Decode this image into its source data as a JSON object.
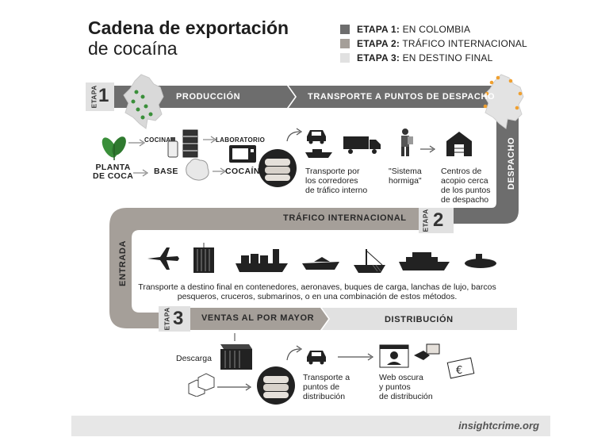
{
  "title": {
    "line1": "Cadena de exportación",
    "line2": "de cocaína"
  },
  "legend": [
    {
      "bold": "ETAPA 1:",
      "text": " EN COLOMBIA",
      "color": "#6d6d6d"
    },
    {
      "bold": "ETAPA 2:",
      "text": " TRÁFICO INTERNACIONAL",
      "color": "#a59f99"
    },
    {
      "bold": "ETAPA 3:",
      "text": " EN DESTINO FINAL",
      "color": "#e1e1e1"
    }
  ],
  "stage1": {
    "tag_word": "ETAPA",
    "tag_num": "1",
    "bar_produccion": "PRODUCCIÓN",
    "bar_transporte": "TRANSPORTE A PUNTOS DE DESPACHO",
    "side_despacho": "DESPACHO",
    "cocina": "COCINA",
    "laboratorio": "LABORATORIO",
    "planta_line1": "PLANTA",
    "planta_line2": "DE COCA",
    "base": "BASE",
    "cocaina": "COCAÍNA",
    "transport_text": [
      "Transporte por",
      "los corredores",
      "de tráfico interno"
    ],
    "hormiga_text": [
      "\"Sistema",
      "hormiga\""
    ],
    "centros_text": [
      "Centros de",
      "acopio cerca",
      "de los puntos",
      "de despacho"
    ]
  },
  "stage2": {
    "tag_word": "ETAPA",
    "tag_num": "2",
    "bar_trafico": "TRÁFICO INTERNACIONAL",
    "side_entrada": "ENTRADA",
    "para_line1": "Transporte a destino final en contenedores, aeronaves, buques de carga, lanchas de lujo, barcos",
    "para_line2": "pesqueros, cruceros, submarinos, o en una combinación de estos métodos."
  },
  "stage3": {
    "tag_word": "ETAPA",
    "tag_num": "3",
    "bar_ventas": "VENTAS AL POR MAYOR",
    "bar_distribucion": "DISTRIBUCIÓN",
    "descarga": "Descarga",
    "transport_text": [
      "Transporte a",
      "puntos de",
      "distribución"
    ],
    "web_text": [
      "Web oscura",
      "y puntos",
      "de distribución"
    ]
  },
  "footer": {
    "source": "insightcrime.org"
  },
  "colors": {
    "stage1": "#6d6d6d",
    "stage2": "#a59f99",
    "stage3": "#e1e1e1",
    "green": "#3a8f3a",
    "orange": "#f0a030"
  }
}
